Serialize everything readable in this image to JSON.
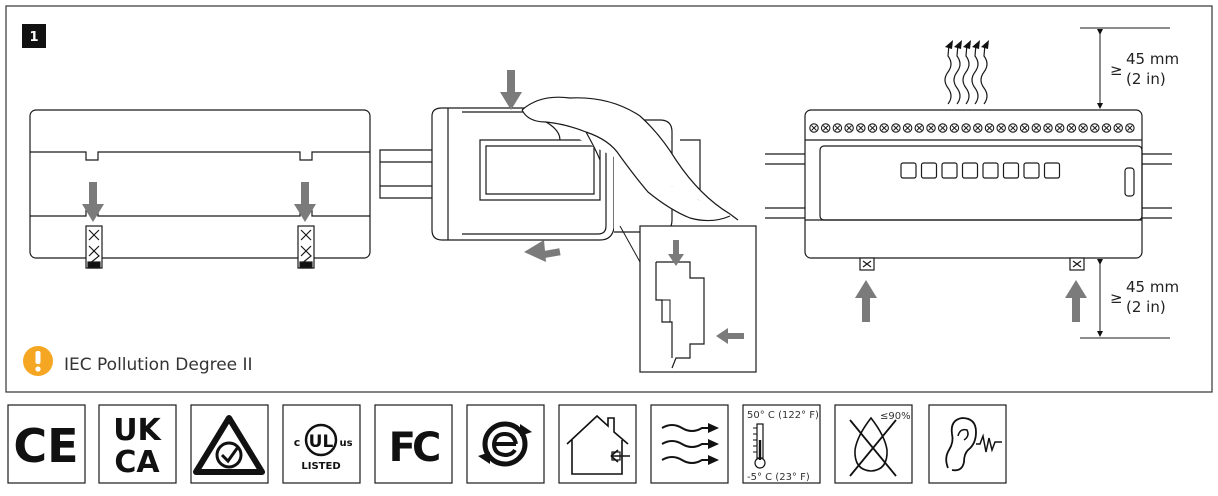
{
  "step_number": "1",
  "pollution_note": "IEC Pollution Degree II",
  "clearance_top": {
    "symbol": "≥",
    "metric": "45 mm",
    "imperial": "(2 in)"
  },
  "clearance_bottom": {
    "symbol": "≥",
    "metric": "45 mm",
    "imperial": "(2 in)"
  },
  "temperature": {
    "max": "50° C (122° F)",
    "min": "-5° C (23° F)"
  },
  "humidity": "≤90%",
  "certifications": {
    "ce": "CE",
    "ukca_top": "UK",
    "ukca_bottom": "CA",
    "ul_c": "c",
    "ul_mark": "UL",
    "ul_us": "us",
    "ul_listed": "LISTED",
    "fcc": "FC"
  },
  "colors": {
    "arrow": "#7b7b7b",
    "warning": "#f5a623",
    "line": "#1a1a1a"
  }
}
